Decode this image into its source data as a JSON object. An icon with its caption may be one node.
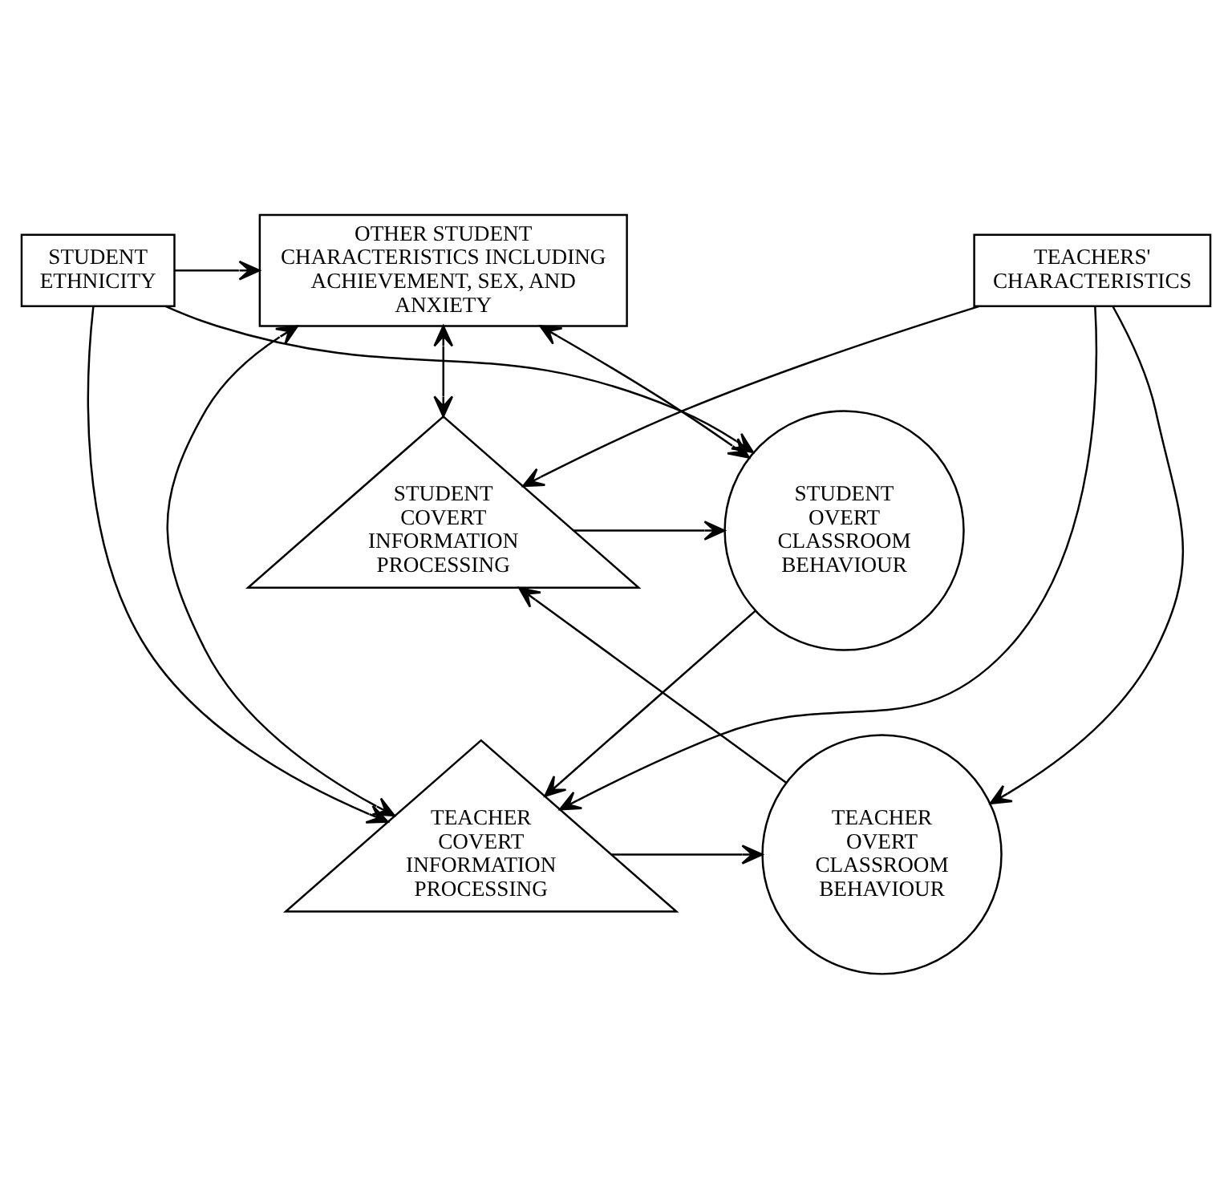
{
  "diagram": {
    "nodes": [
      {
        "text": [
          "STUDENT ETHNICITY"
        ]
      },
      {
        "text": [
          "OTHER STUDENT CHARACTERISTICS INCLUDING ACHIEVEMENT, SEX, AND ANXIETY"
        ]
      },
      {
        "text": [
          "STUDENT OVERT CLASSROOM BEHAVIOUR"
        ]
      },
      {
        "text": [
          "STUDENT COVERT INFORMATION PROCESSING"
        ]
      },
      {
        "text": [
          "TEACHERS' CHARACTERISTICS"
        ]
      },
      {
        "text": [
          "TEACHER COVERT INFORMATION PROCESSING"
        ]
      },
      {
        "text": [
          "TEACHER OVERT CLASSROOM BEHAVIOUR"
        ]
      }
    ],
    "edges": [
      {
        "from": 0,
        "to": 1,
        "arrow": "to"
      },
      {
        "from": 0,
        "to": 2,
        "arrow": "to"
      },
      {
        "from": 0,
        "to": 5,
        "arrow": "to"
      },
      {
        "from": 1,
        "to": 2,
        "arrow": "both"
      },
      {
        "from": 1,
        "to": 3,
        "arrow": "both"
      },
      {
        "from": 3,
        "to": 2,
        "arrow": "to"
      },
      {
        "from": 2,
        "to": 5,
        "arrow": "to"
      },
      {
        "from": 5,
        "to": 1,
        "arrow": "both"
      },
      {
        "from": 4,
        "to": 3,
        "arrow": "to"
      },
      {
        "from": 4,
        "to": 5,
        "arrow": "to"
      },
      {
        "from": 4,
        "to": 6,
        "arrow": "to"
      },
      {
        "from": 5,
        "to": 6,
        "arrow": "to"
      },
      {
        "from": 6,
        "to": 3,
        "arrow": "to"
      }
    ]
  }
}
